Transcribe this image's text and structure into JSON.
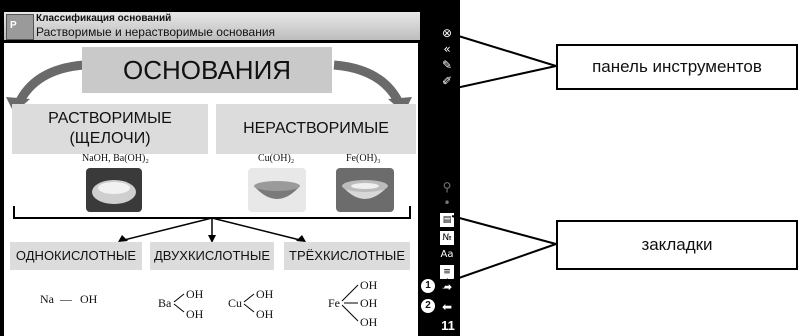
{
  "window": {
    "title": "Классификация оснований",
    "subtitle": "Растворимые и нерастворимые основания",
    "app_icon_text": "Р"
  },
  "slide": {
    "heading": "ОСНОВАНИЯ",
    "soluble": {
      "line1": "РАСТВОРИМЫЕ",
      "line2": "(ЩЕЛОЧИ)"
    },
    "insoluble": "НЕРАСТВОРИМЫЕ",
    "formula_soluble": "NaOH, Ba(OH)₂",
    "formula_cu": "Cu(OH)₂",
    "formula_fe": "Fe(OH)₃",
    "categories": [
      "ОДНОКИСЛОТНЫЕ",
      "ДВУХКИСЛОТНЫЕ",
      "ТРЁХКИСЛОТНЫЕ"
    ],
    "structures": {
      "na": {
        "metal": "Na",
        "bond": "—",
        "oh": "OH"
      },
      "ba": {
        "metal": "Ba",
        "oh1": "OH",
        "oh2": "OH"
      },
      "cu": {
        "metal": "Cu",
        "oh1": "OH",
        "oh2": "OH"
      },
      "fe": {
        "metal": "Fe",
        "oh1": "OH",
        "oh2": "OH",
        "oh3": "OH"
      }
    }
  },
  "toolbar": {
    "text_size_label": "Aa",
    "number_label": "№",
    "bookmark_1": "1",
    "bookmark_2": "2",
    "page_number": "11"
  },
  "callouts": {
    "toolbar": "панель инструментов",
    "bookmarks": "закладки"
  }
}
